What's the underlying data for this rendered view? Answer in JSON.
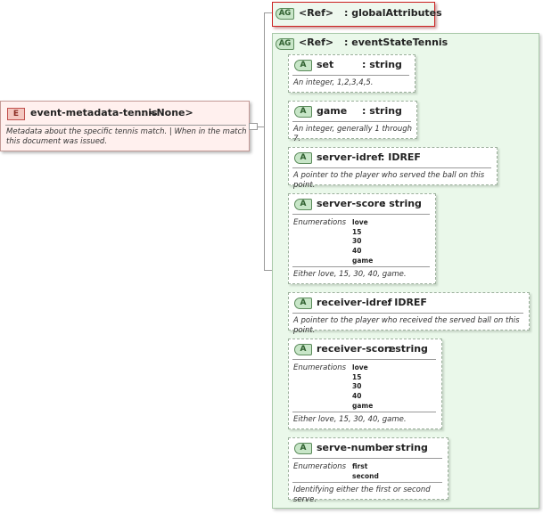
{
  "root": {
    "badge": "E",
    "name": "event-metadata-tennis",
    "type": ": <None>",
    "doc": "Metadata about the specific tennis match. | When in the match this document was issued."
  },
  "global_ref": {
    "badge": "AG",
    "ref": "<Ref>",
    "name": ": globalAttributes"
  },
  "tennis_ref": {
    "badge": "AG",
    "ref": "<Ref>",
    "name": ": eventStateTennis"
  },
  "attributes": [
    {
      "badge": "A",
      "name": "set",
      "type": ": string",
      "doc": "An integer, 1,2,3,4,5."
    },
    {
      "badge": "A",
      "name": "game",
      "type": ": string",
      "doc": "An integer, generally 1 through 7."
    },
    {
      "badge": "A",
      "name": "server-idref",
      "type": ": IDREF",
      "doc": "A pointer to the player who served the ball on this point."
    },
    {
      "badge": "A",
      "name": "server-score",
      "type": ": string",
      "enum_label": "Enumerations",
      "enums": [
        "love",
        "15",
        "30",
        "40",
        "game"
      ],
      "doc": "Either love, 15, 30, 40, game."
    },
    {
      "badge": "A",
      "name": "receiver-idref",
      "type": ": IDREF",
      "doc": "A pointer to the player who received the served ball on this point."
    },
    {
      "badge": "A",
      "name": "receiver-score",
      "type": ": string",
      "enum_label": "Enumerations",
      "enums": [
        "love",
        "15",
        "30",
        "40",
        "game"
      ],
      "doc": "Either love, 15, 30, 40, game."
    },
    {
      "badge": "A",
      "name": "serve-number",
      "type": ": string",
      "enum_label": "Enumerations",
      "enums": [
        "first",
        "second"
      ],
      "doc": "Identifying either the first or second serve."
    }
  ]
}
